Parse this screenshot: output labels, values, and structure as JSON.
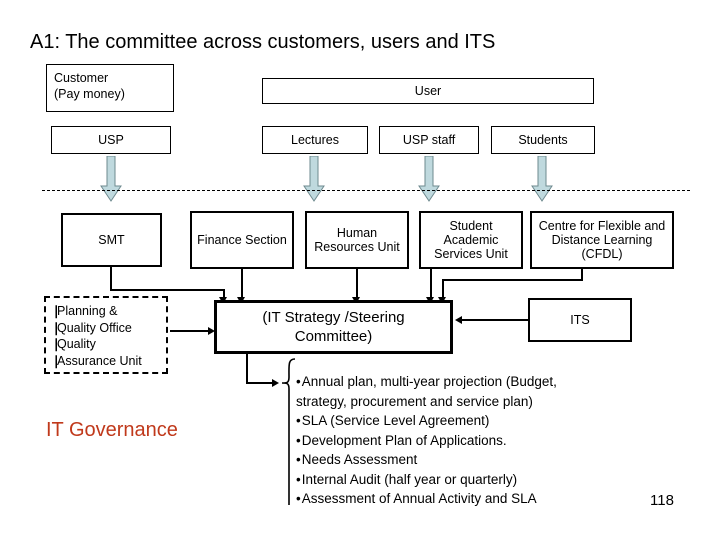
{
  "slide": {
    "title": "A1: The committee across customers, users and ITS",
    "page_number": "118",
    "accent_color": "#C0391B",
    "arrow_fill": "#BFD9DE",
    "arrow_stroke": "#6E8A8F"
  },
  "row_actors": {
    "customer": {
      "line1": "Customer",
      "line2": "(Pay money)"
    },
    "user": "User"
  },
  "row_channels": {
    "usp": "USP",
    "lectures": "Lectures",
    "usp_staff": "USP staff",
    "students": "Students"
  },
  "row_units": {
    "smt": "SMT",
    "finance": "Finance Section",
    "hr": "Human Resources Unit",
    "sasu": "Student Academic Services Unit",
    "cfdl": "Centre for Flexible and Distance Learning (CFDL)"
  },
  "governance": {
    "pqo": {
      "marker": "❘",
      "lines": [
        "Planning &",
        "Quality Office",
        "Quality",
        "Assurance Unit"
      ]
    },
    "committee": {
      "line1": "(IT Strategy /Steering",
      "line2": "Committee)"
    },
    "its": "ITS",
    "label": "IT Governance"
  },
  "outputs": {
    "bullet_char": "•",
    "items": [
      {
        "text": "Annual plan, multi-year projection (Budget,",
        "cont": "strategy, procurement and service plan)"
      },
      {
        "text": "SLA (Service Level Agreement)",
        "cont": ""
      },
      {
        "text": "Development Plan of Applications.",
        "cont": ""
      },
      {
        "text": "Needs Assessment",
        "cont": ""
      },
      {
        "text": "Internal Audit (half year or quarterly)",
        "cont": ""
      },
      {
        "text": "Assessment of Annual Activity and SLA",
        "cont": ""
      }
    ]
  }
}
